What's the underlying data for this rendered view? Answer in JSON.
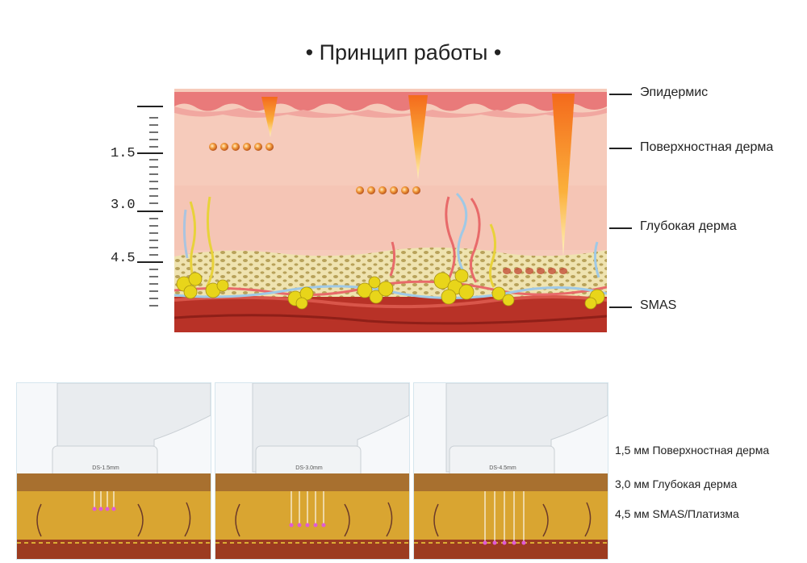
{
  "title": "• Принцип работы •",
  "ruler": {
    "ticks": [
      "1.5",
      "3.0",
      "4.5"
    ]
  },
  "layers": [
    {
      "label": "Эпидермис"
    },
    {
      "label": "Поверхностная дерма"
    },
    {
      "label": "Глубокая дерма"
    },
    {
      "label": "SMAS"
    }
  ],
  "panels": [
    {
      "cartridge": "DS-1.5mm"
    },
    {
      "cartridge": "DS-3.0mm"
    },
    {
      "cartridge": "DS-4.5mm"
    }
  ],
  "depths": [
    {
      "label": "1,5 мм Поверхностная дерма"
    },
    {
      "label": "3,0 мм Глубокая дерма"
    },
    {
      "label": "4,5 мм SMAS/Платизма"
    }
  ],
  "colors": {
    "epidermis": "#e97a7a",
    "dermis": "#f7cdbd",
    "fat": "#f1e6b4",
    "fat_cells": "#e8d51a",
    "smas": "#b83227",
    "focus": "#f3a02b"
  }
}
